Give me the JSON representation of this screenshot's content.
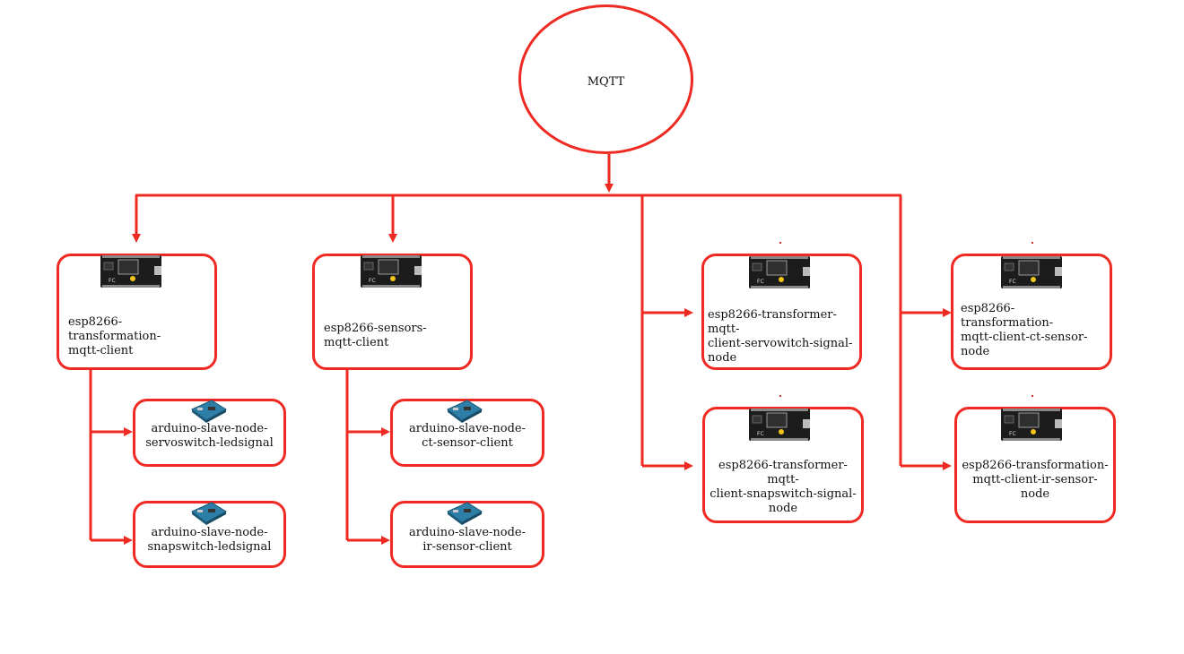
{
  "broker": {
    "label": "MQTT"
  },
  "nodes": {
    "n1": {
      "label": "esp8266-transformation-\nmqtt-client",
      "icon": "esp8266-board-icon"
    },
    "n2": {
      "label": "esp8266-sensors-\nmqtt-client",
      "icon": "esp8266-board-icon"
    },
    "n3": {
      "label": "esp8266-transformer-mqtt-\nclient-servowitch-signal-node",
      "icon": "esp8266-board-icon"
    },
    "n4": {
      "label": "esp8266-transformation-\nmqtt-client-ct-sensor-node",
      "icon": "esp8266-board-icon"
    },
    "n5": {
      "label": "esp8266-transformer-mqtt-\nclient-snapswitch-signal-node",
      "icon": "esp8266-board-icon"
    },
    "n6": {
      "label": "esp8266-transformation-\nmqtt-client-ir-sensor-node",
      "icon": "esp8266-board-icon"
    },
    "a1": {
      "label": "arduino-slave-node-\nservoswitch-ledsignal",
      "icon": "arduino-board-icon"
    },
    "a2": {
      "label": "arduino-slave-node-\nsnapswitch-ledsignal",
      "icon": "arduino-board-icon"
    },
    "a3": {
      "label": "arduino-slave-node-\nct-sensor-client",
      "icon": "arduino-board-icon"
    },
    "a4": {
      "label": "arduino-slave-node-\nir-sensor-client",
      "icon": "arduino-board-icon"
    }
  },
  "colors": {
    "line": "#ee2a22",
    "text": "#111111"
  }
}
